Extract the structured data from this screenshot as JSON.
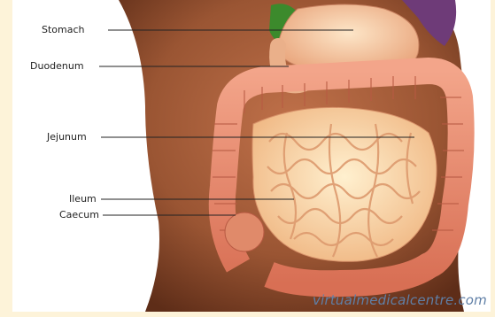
{
  "labels": {
    "stomach": "Stomach",
    "duodenum": "Duodenum",
    "jejunum": "Jejunum",
    "ileum": "Ileum",
    "caecum": "Caecum"
  },
  "watermark": "virtualmedicalcentre.com",
  "colors": {
    "background": "#fdf3d9",
    "skin": "#8b4a2c",
    "stomach": "#f6c9a0",
    "colon": "#e88a6e",
    "small_intestine": "#fbd9a8",
    "gallbladder": "#3c8a2c",
    "leader_line": "#222222",
    "watermark": "#5f7fa6"
  }
}
